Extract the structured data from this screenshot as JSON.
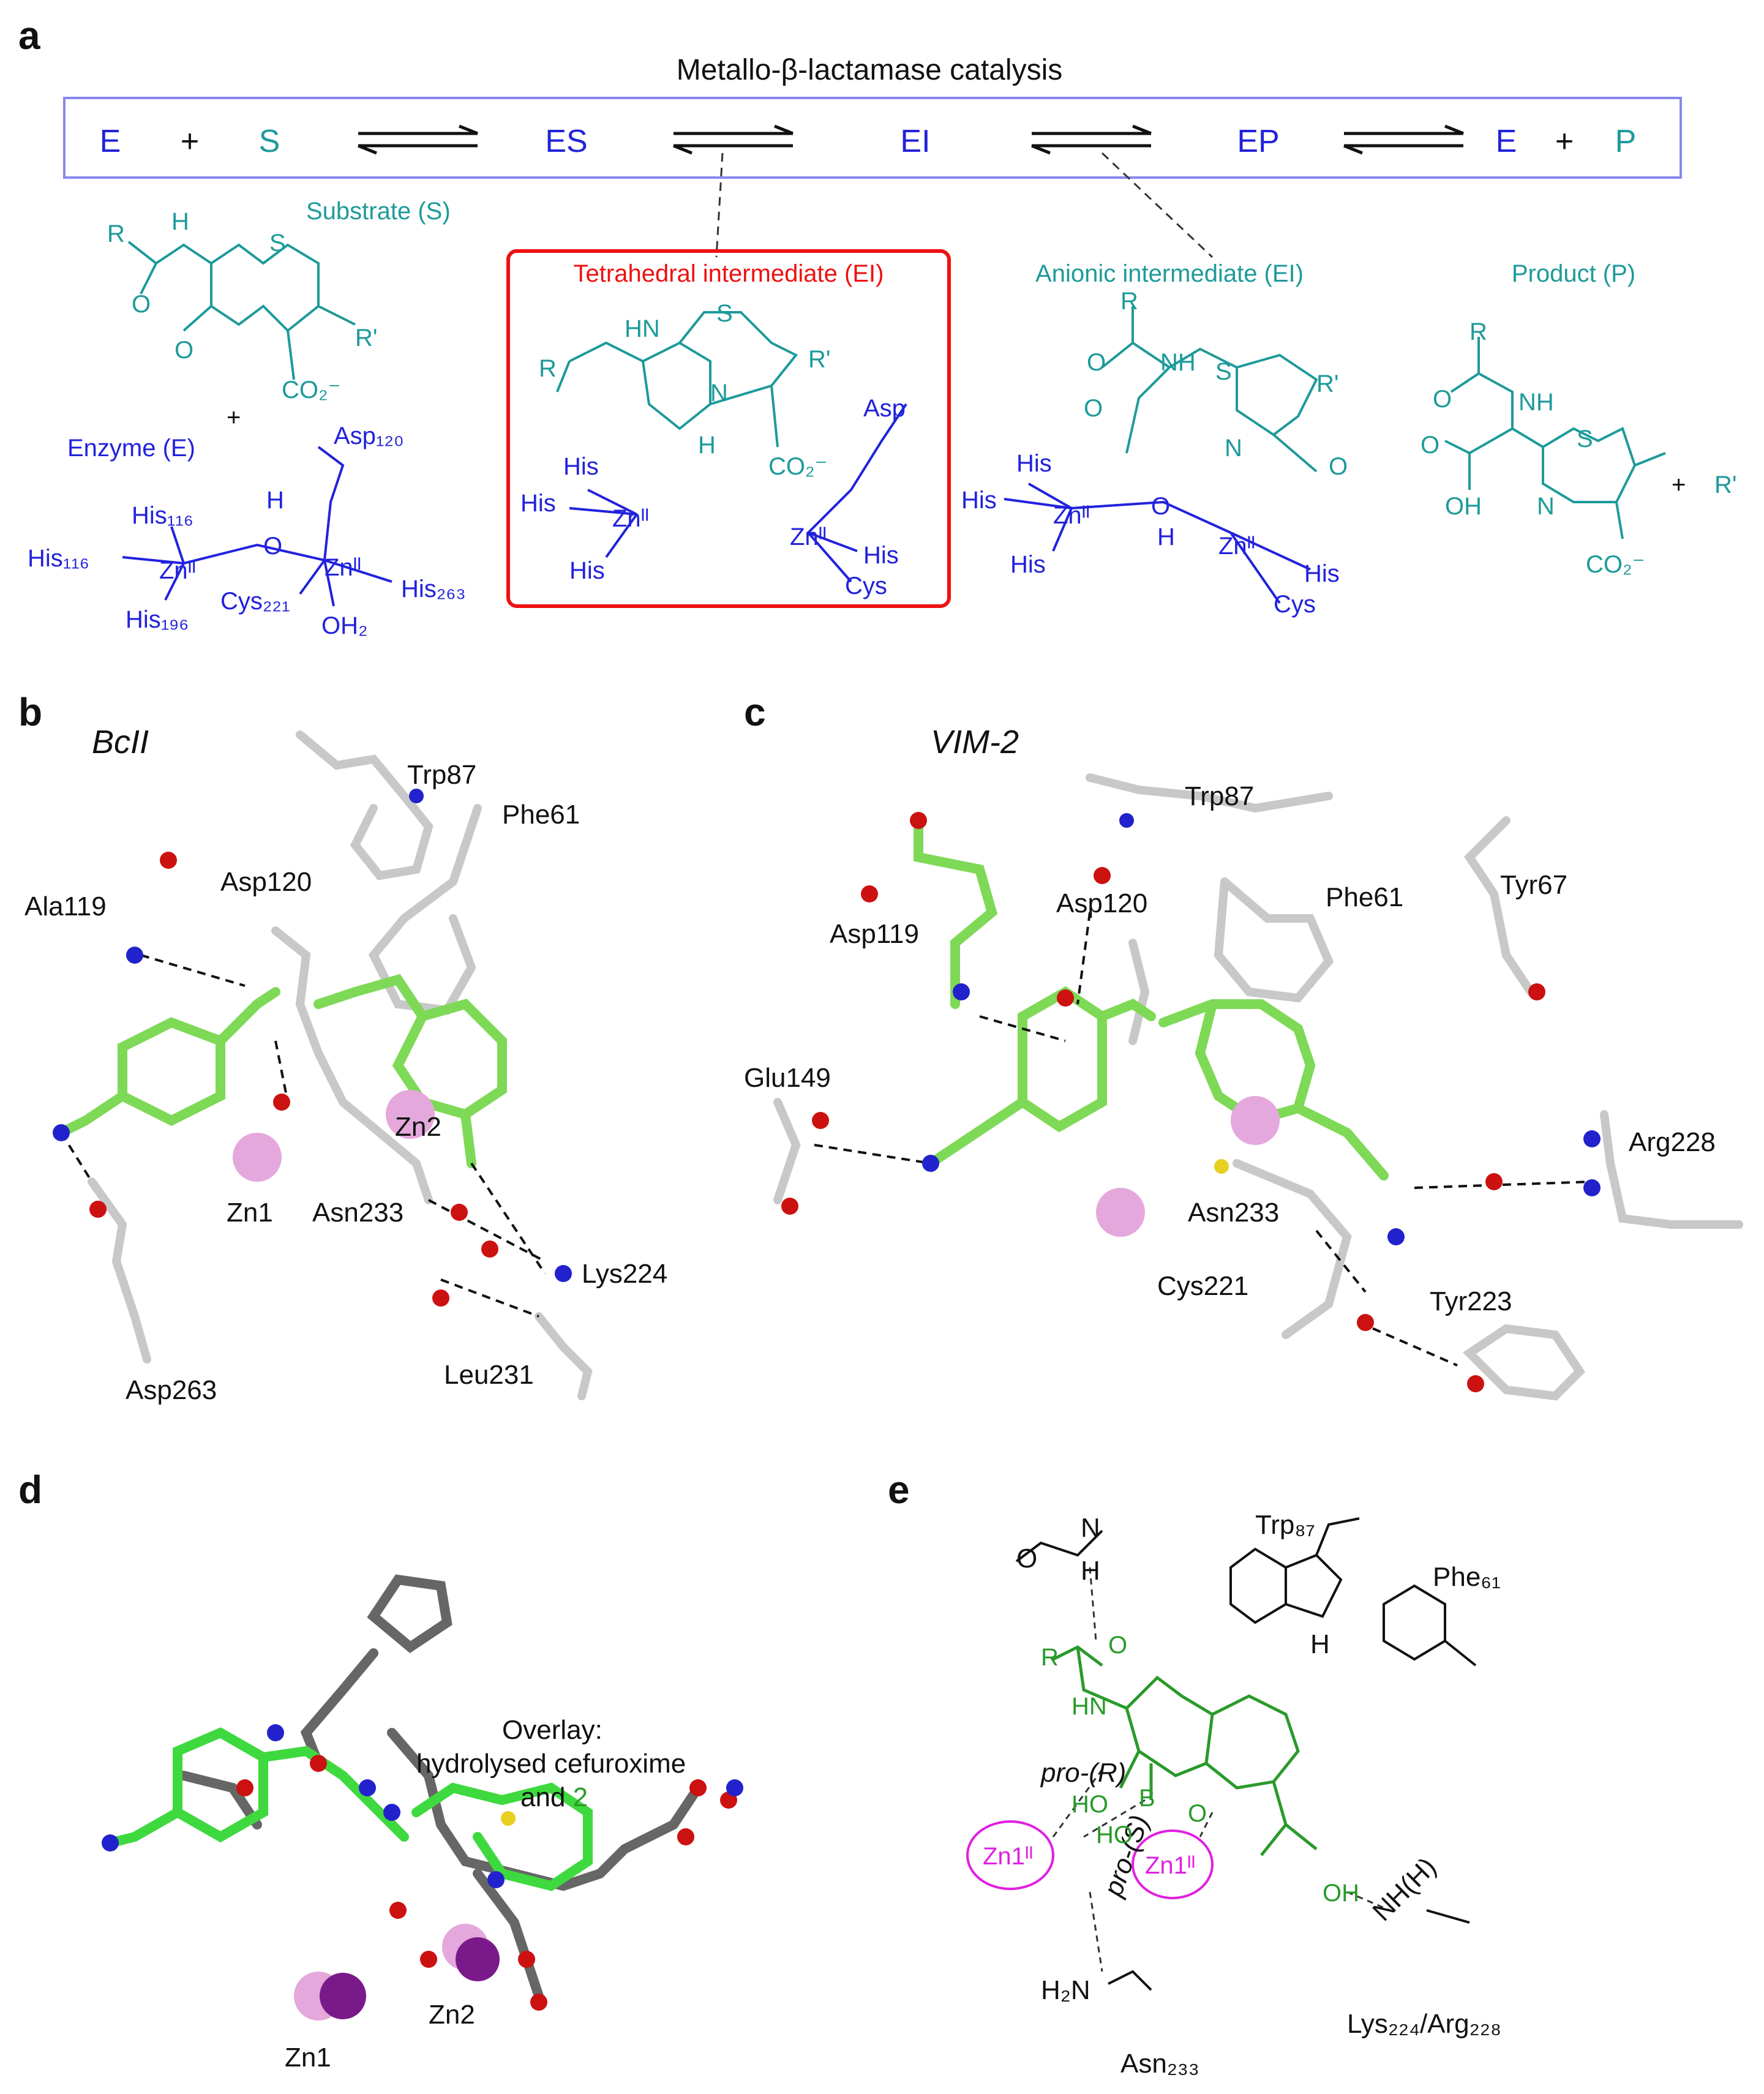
{
  "panels": {
    "a": "a",
    "b": "b",
    "c": "c",
    "d": "d",
    "e": "e"
  },
  "scheme": {
    "title": "Metallo-β-lactamase catalysis",
    "equation": [
      "E",
      "+",
      "S",
      "ES",
      "EI",
      "EP",
      "E",
      "+",
      "P"
    ],
    "substrate_label": "Substrate (S)",
    "enzyme_label": "Enzyme (E)",
    "tetrahedral_label": "Tetrahedral intermediate (EI)",
    "anionic_label": "Anionic intermediate (EI)",
    "product_label": "Product (P)",
    "plus": "+",
    "R": "R",
    "Rp": "R'",
    "S": "S",
    "N": "N",
    "H": "H",
    "O": "O",
    "NH": "NH",
    "HN": "HN",
    "OH": "OH",
    "CO2": "CO₂⁻",
    "enzyme_residues": [
      "Asp₁₂₀",
      "His₁₁₆",
      "His₁₁₆",
      "His₁₉₆",
      "Cys₂₂₁",
      "His₂₆₃",
      "OH₂",
      "Znᴵᴵ",
      "Znᴵᴵ"
    ],
    "ligands": [
      "His",
      "His",
      "His",
      "Asp",
      "His",
      "Cys",
      "Znᴵᴵ"
    ]
  },
  "panel_b": {
    "title": "BcII",
    "labels": [
      "Trp87",
      "Phe61",
      "Asp120",
      "Ala119",
      "Zn2",
      "Zn1",
      "Asn233",
      "Lys224",
      "Asp263",
      "Leu231"
    ]
  },
  "panel_c": {
    "title": "VIM-2",
    "labels": [
      "Trp87",
      "Phe61",
      "Tyr67",
      "Asp120",
      "Asp119",
      "Glu149",
      "Arg228",
      "Asn233",
      "Cys221",
      "Tyr223"
    ]
  },
  "panel_d": {
    "overlay_line1": "Overlay:",
    "overlay_line2": "hydrolysed cefuroxime",
    "overlay_line3_a": "and ",
    "overlay_line3_b": "2",
    "labels": [
      "Zn1",
      "Zn2"
    ]
  },
  "panel_e": {
    "labels": [
      "Trp₈₇",
      "Phe₆₁",
      "pro-(R)",
      "pro-(S)",
      "Zn1ᴵᴵ",
      "Zn1ᴵᴵ",
      "Lys₂₂₄/Arg₂₂₈",
      "Asn₂₃₃",
      "H₂N",
      "NH(H)",
      "HO",
      "HO",
      "B",
      "O",
      "R",
      "HN",
      "O",
      "OH",
      "N",
      "H",
      "H",
      "O"
    ]
  },
  "colors": {
    "blue": "#2222dd",
    "teal": "#1e9a9a",
    "red": "#ee1111",
    "green": "#2a9a2a",
    "magenta": "#e020e0",
    "gray_stick": "#c8c8c8",
    "green_stick": "#7ed957",
    "zinc": "#e4a8dc",
    "zinc_dark": "#7a1a8a"
  }
}
